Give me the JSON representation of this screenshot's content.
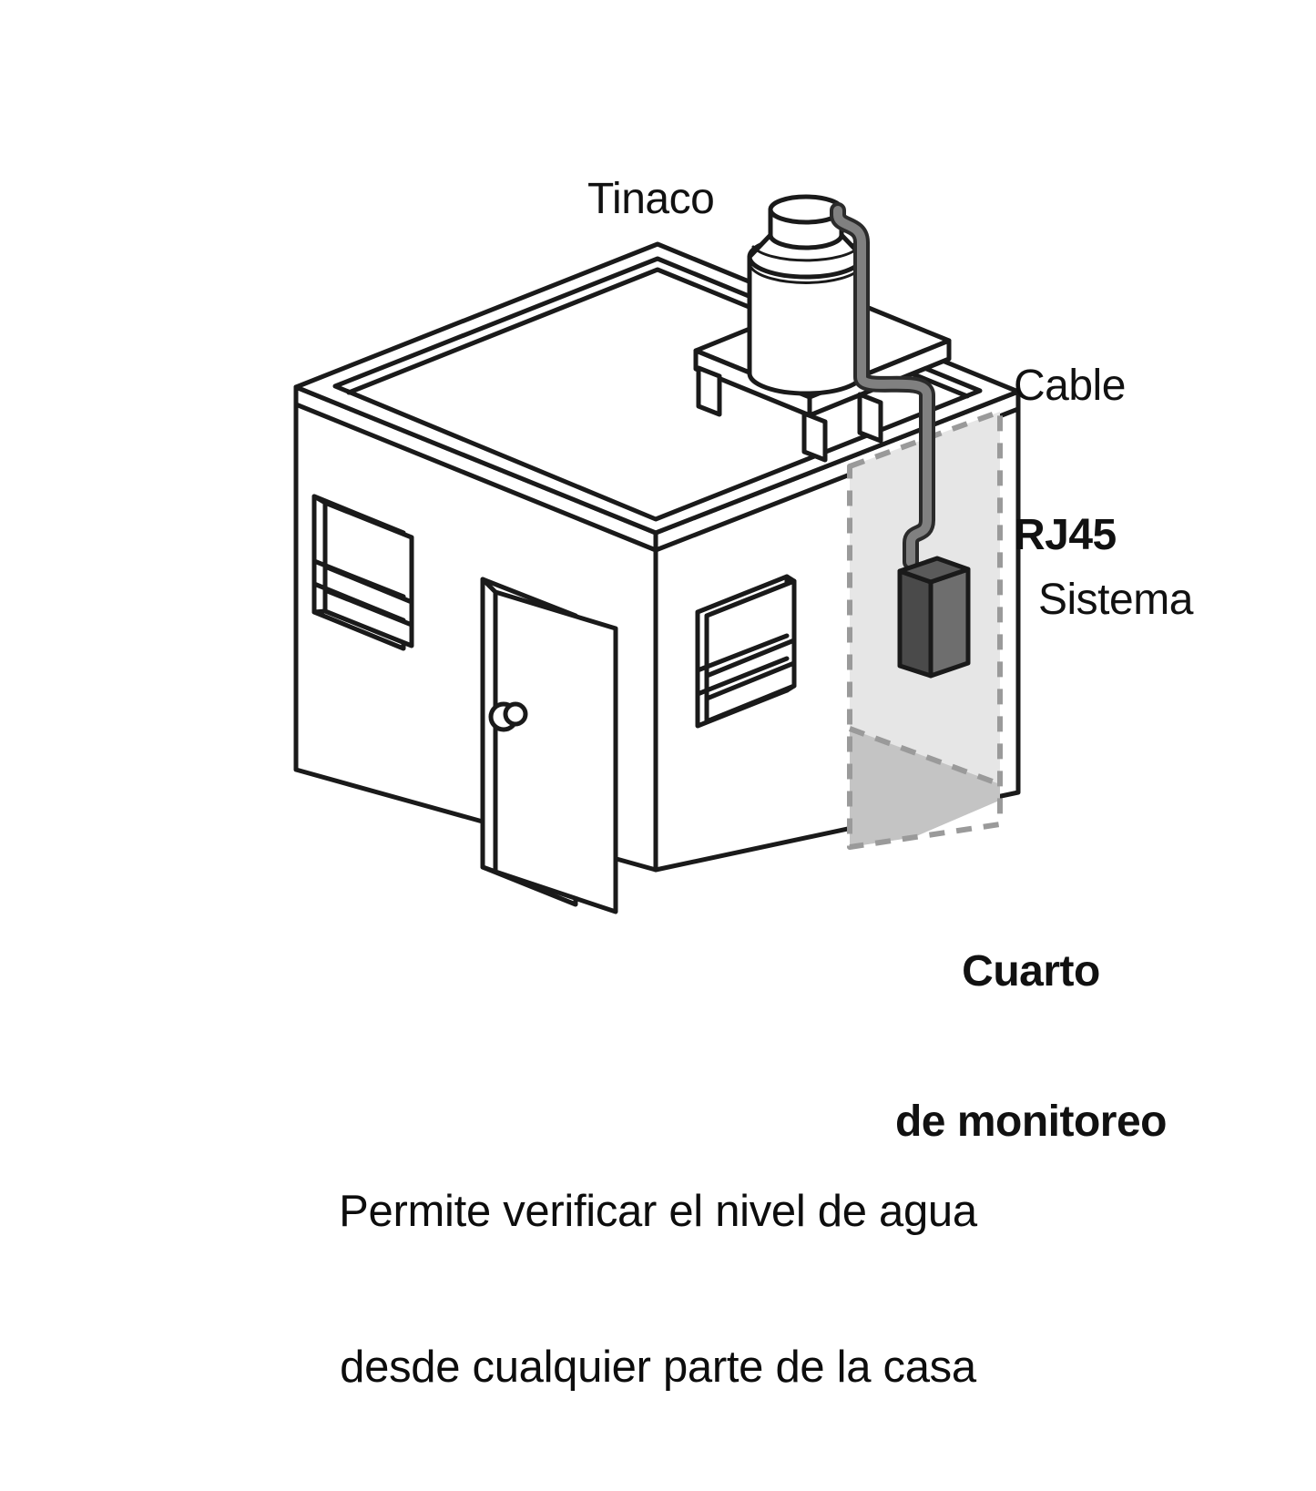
{
  "diagram": {
    "title_labels": {
      "tinaco": "Tinaco",
      "cable_line1": "Cable",
      "cable_line2": "RJ45",
      "sistema": "Sistema",
      "room_line1": "Cuarto",
      "room_line2": "de monitoreo"
    },
    "caption": {
      "line1": "Permite verificar el nivel de agua",
      "line2": "desde cualquier parte de la casa"
    },
    "colors": {
      "outline": "#1a1a1a",
      "background": "#ffffff",
      "cable": "#808080",
      "cable_outline": "#2b2b2b",
      "device_dark_face": "#4a4a4a",
      "device_light_face": "#6e6e6e",
      "device_top_face": "#5a5a5a",
      "room_wall_fill": "#e6e6e6",
      "room_floor_fill": "#c4c4c4",
      "room_dash": "#9a9a9a",
      "text": "#111111"
    },
    "elements": [
      {
        "name": "house",
        "description": "isometric house with flat roof and parapet"
      },
      {
        "name": "water-tank",
        "description": "cylindrical rooftop water tank (tinaco) on platform"
      },
      {
        "name": "rj45-cable",
        "description": "grey cable from tank top down to monitoring device"
      },
      {
        "name": "monitor-device",
        "description": "dark grey wall mounted monitoring unit"
      },
      {
        "name": "monitoring-room",
        "description": "dashed translucent room on right wall"
      },
      {
        "name": "front-door",
        "description": "door with round knob on front-left facade"
      },
      {
        "name": "window-left",
        "description": "louvered window on front-left facade"
      },
      {
        "name": "window-right",
        "description": "louvered window on front-right facade"
      }
    ]
  }
}
